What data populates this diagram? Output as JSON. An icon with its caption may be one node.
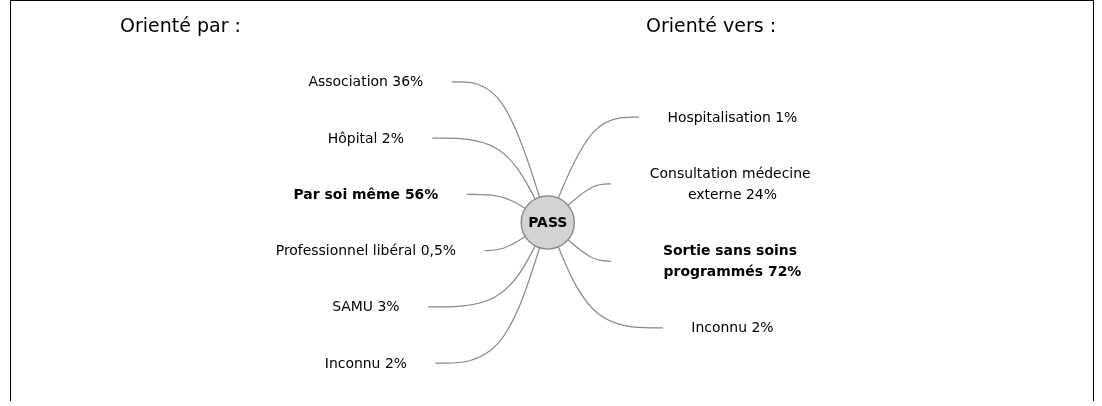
{
  "diagram": {
    "nodes": [
      {
        "text": [
          "Association 36%"
        ]
      },
      {
        "text": [
          "Hôpital 2%"
        ]
      },
      {
        "text": [
          "Par soi même 56%"
        ]
      },
      {
        "text": [
          "Professionnel libéral 0,5%"
        ]
      },
      {
        "text": [
          "SAMU 3%"
        ]
      },
      {
        "text": [
          "Inconnu 2%"
        ]
      },
      {
        "text": [
          "PASS"
        ]
      },
      {
        "text": [
          "Hospitalisation 1%"
        ]
      },
      {
        "text": [
          "Consultation médecine externe 24%"
        ]
      },
      {
        "text": [
          "Sortie sans soins programmés 72%"
        ]
      },
      {
        "text": [
          "Inconnu 2%"
        ]
      }
    ],
    "edges": [
      {
        "from": 0,
        "to": 6,
        "arrow": "none"
      },
      {
        "from": 1,
        "to": 6,
        "arrow": "none"
      },
      {
        "from": 2,
        "to": 6,
        "arrow": "none"
      },
      {
        "from": 3,
        "to": 6,
        "arrow": "none"
      },
      {
        "from": 4,
        "to": 6,
        "arrow": "none"
      },
      {
        "from": 5,
        "to": 6,
        "arrow": "none"
      },
      {
        "from": 6,
        "to": 7,
        "arrow": "none"
      },
      {
        "from": 6,
        "to": 8,
        "arrow": "none"
      },
      {
        "from": 6,
        "to": 9,
        "arrow": "none"
      },
      {
        "from": 6,
        "to": 10,
        "arrow": "none"
      }
    ],
    "labels": [
      "Orienté par :",
      "Orienté vers :"
    ]
  }
}
